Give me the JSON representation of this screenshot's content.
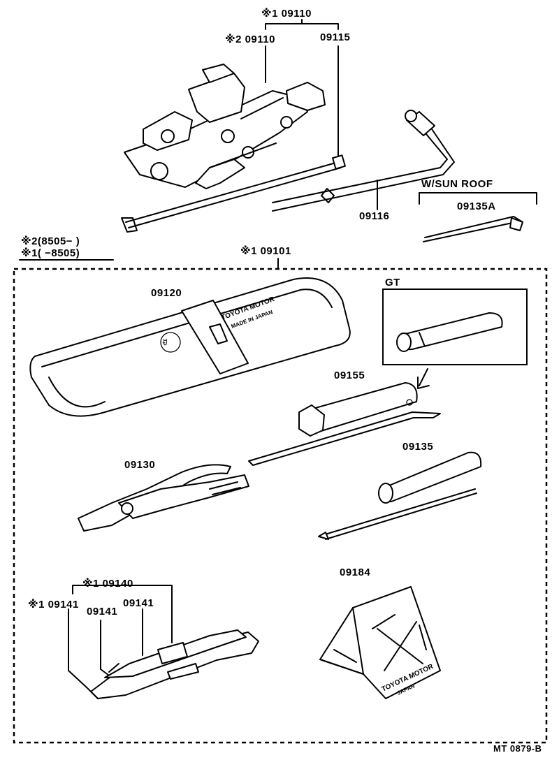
{
  "labels": {
    "group_top": "※1 09110",
    "jack_2": "※2 09110",
    "handle_09115": "09115",
    "wrench_09116": "09116",
    "sunroof_header": "W/SUN  ROOF",
    "sunroof_part": "09135A",
    "date_2": "※2(8505−         )",
    "date_1": "※1(       −8505)",
    "kit_group": "※1 09101",
    "bag_09120": "09120",
    "gt_header": "GT",
    "plug_wrench_09155": "09155",
    "pliers_09130": "09130",
    "screwdriver_09135": "09135",
    "wrench_set_09140": "※1 09140",
    "wrench_09141_a": "※1 09141",
    "wrench_09141_b": "09141",
    "wrench_09141_c": "09141",
    "chock_09184": "09184",
    "footer_code": "MT  0879-B"
  },
  "embossed": {
    "bag_line1": "TOYOTA MOTOR",
    "bag_line2": "MADE IN JAPAN",
    "chock_line1": "TOYOTA MOTOR",
    "chock_line2": "JAPAN"
  }
}
